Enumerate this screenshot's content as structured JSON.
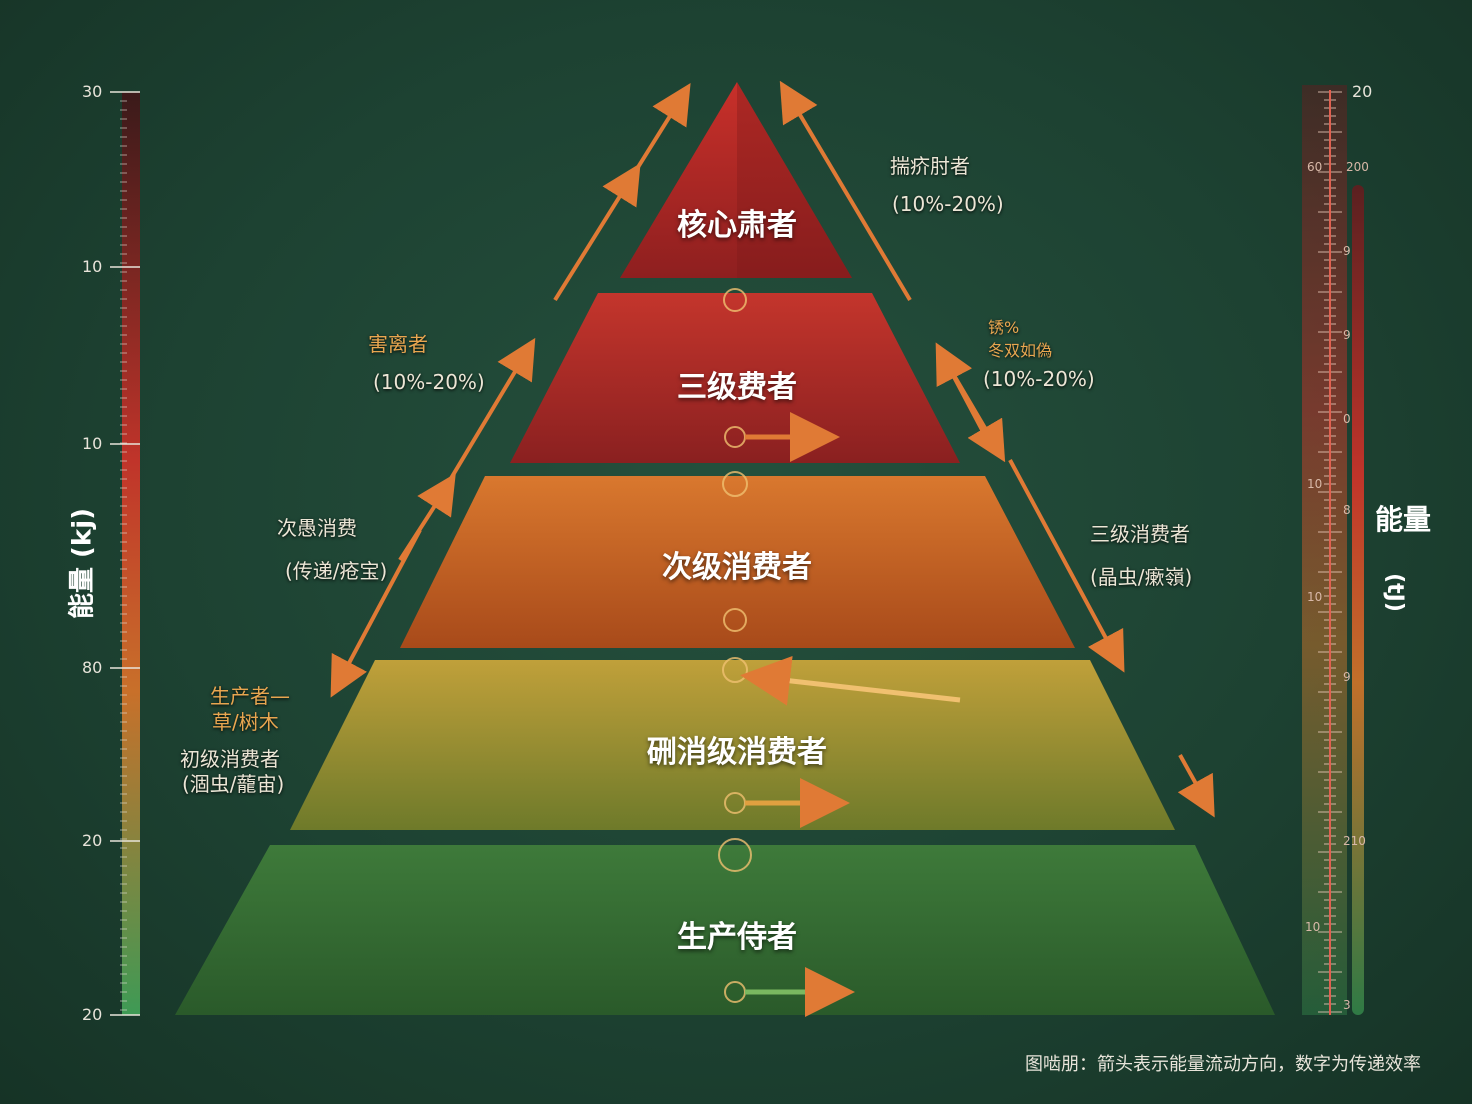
{
  "tiers": [
    {
      "label": "核心肃者",
      "color": "#b02a26"
    },
    {
      "label": "三级费者",
      "color": "#b3302a"
    },
    {
      "label": "次级消费者",
      "color": "#c8631f"
    },
    {
      "label": "硎消级消费者",
      "color": "#a98a2a"
    },
    {
      "label": "生产侍者",
      "color": "#3f7a35"
    }
  ],
  "annotations": {
    "top_left": {
      "title": "害离者",
      "sub": "(10%-20%)"
    },
    "mid_left": {
      "title": "次愚消费",
      "sub": "(传递/疮宝)"
    },
    "low_left": {
      "title_1": "生产者—",
      "title_2": "草/树木",
      "title_3": "初级消费者",
      "sub": "(涸虫/蘢宙)"
    },
    "top_right": {
      "title": "揣疥肘者",
      "sub": "(10%-20%)"
    },
    "mid_right": {
      "title_1": "锈%",
      "title_2": "冬双如偽",
      "sub": "(10%-20%)"
    },
    "low_right": {
      "title": "三级消费者",
      "sub": "(晶虫/瘶嶺)"
    }
  },
  "left_axis": {
    "title": "能量 (kj)",
    "ticks": [
      "30",
      "10",
      "10",
      "80",
      "20",
      "20"
    ]
  },
  "right_axis": {
    "title_1": "能量",
    "title_2": "(tJ)",
    "ticks": [
      "20",
      "200",
      "9",
      "9",
      "0",
      "8",
      "9",
      "210",
      "3"
    ],
    "left_ticks": [
      "60",
      "10",
      "10",
      "10"
    ]
  },
  "footer": "图啮朋：箭头表示能量流动方向，数字为传递效率",
  "colors": {
    "background": "#1d4232",
    "arrow": "#e07a35",
    "gradient_top": "#3a1a1a",
    "gradient_mid": "#c8402a",
    "gradient_bottom": "#3e9a55"
  }
}
